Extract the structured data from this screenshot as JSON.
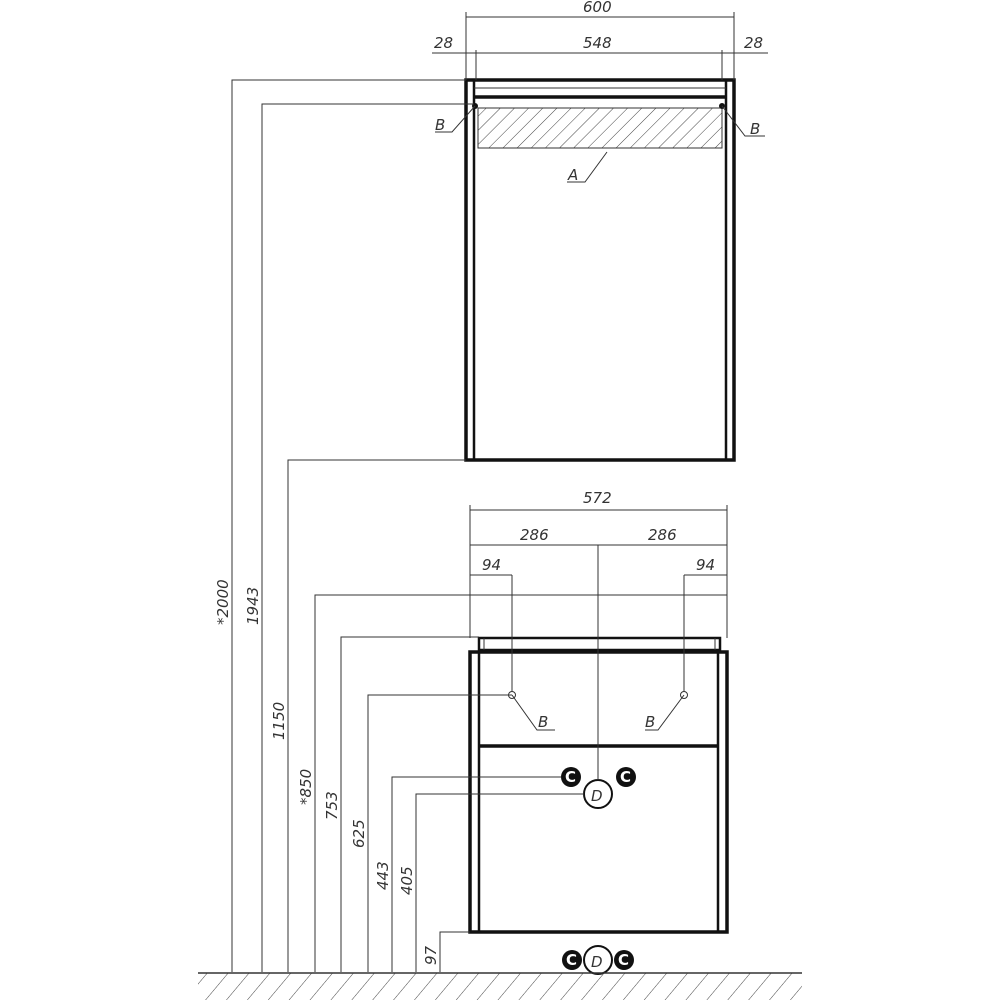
{
  "wall_cabinet": {
    "width_total": "600",
    "width_inner": "548",
    "side_left": "28",
    "side_right": "28",
    "label_mount_left": "B",
    "label_mount_right": "B",
    "label_light": "A"
  },
  "base_cabinet": {
    "width_total": "572",
    "half_left": "286",
    "half_right": "286",
    "offset_left": "94",
    "offset_right": "94",
    "label_mount_left": "B",
    "label_mount_right": "B",
    "label_cold": "C",
    "label_hot": "C",
    "label_drain": "D",
    "floor_label_c1": "C",
    "floor_label_d": "D",
    "floor_label_c2": "C"
  },
  "heights": [
    "*2000",
    "1943",
    "1150",
    "*850",
    "753",
    "625",
    "443",
    "405",
    "97"
  ]
}
